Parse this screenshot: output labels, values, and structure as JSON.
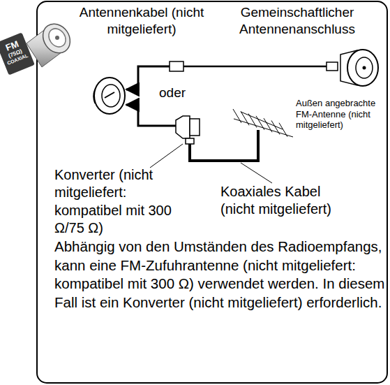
{
  "diagram": {
    "labels": [
      "FM",
      "(75Ω)",
      "COAXIAL",
      "Antennenkabel (nicht mitgeliefert)",
      "Gemeinschaftlicher Antennenanschluss",
      "oder",
      "Außen angebrachte FM-Antenne (nicht mitgeliefert)",
      "Konverter (nicht mitgeliefert: kompatibel mit 300 Ω/75 Ω)",
      "Koaxiales Kabel (nicht mitgeliefert)",
      "Abhängig von den Umständen des Radioempfangs, kann eine FM-Zufuhrantenne (nicht mitgeliefert: kompatibel mit 300 Ω) verwendet werden. In diesem Fall ist ein Konverter (nicht mitgeliefert) erforderlich."
    ]
  }
}
